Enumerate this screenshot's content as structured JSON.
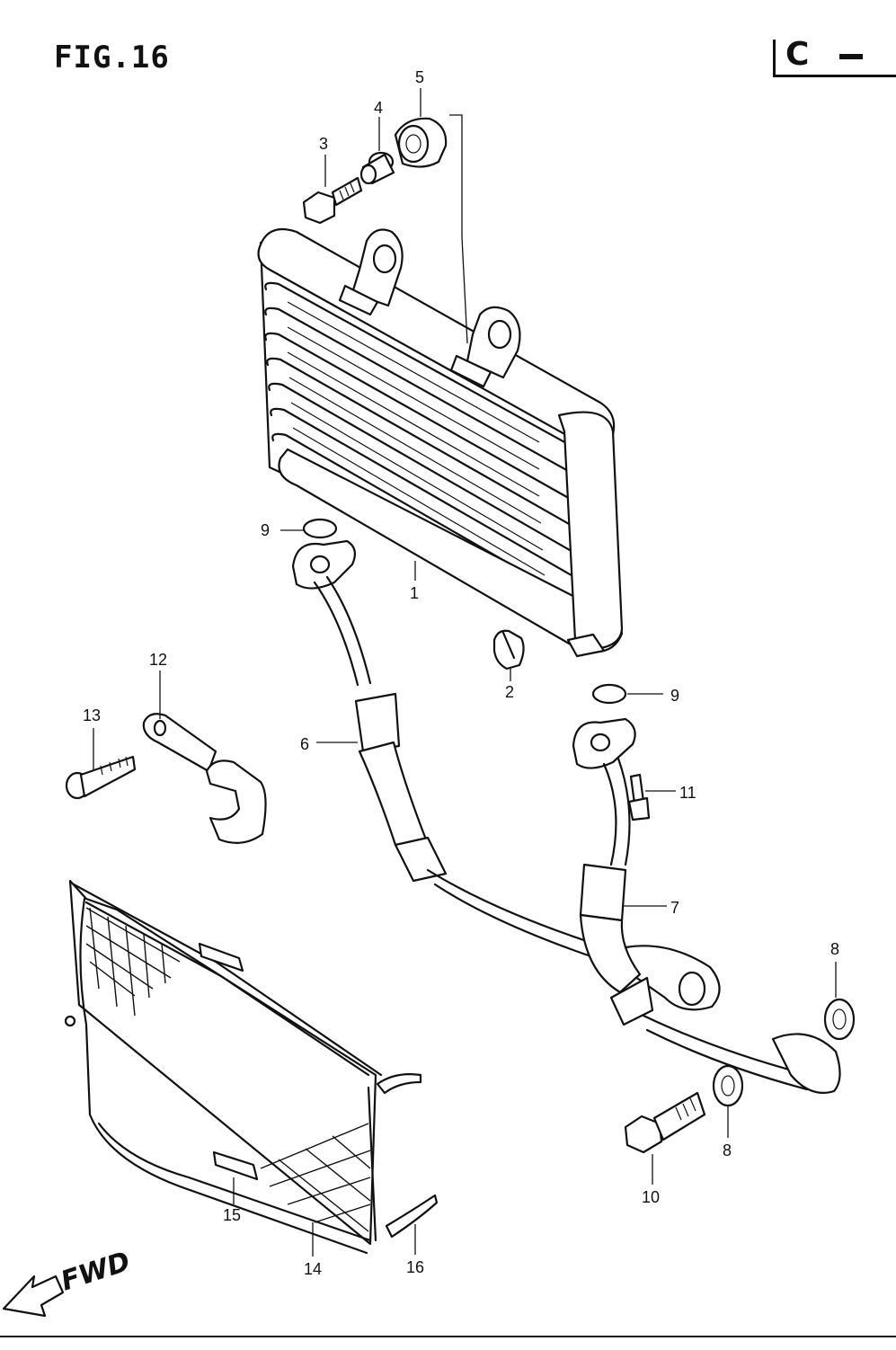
{
  "figure": {
    "title": "FIG.16"
  },
  "section_mark": {
    "letter": "C"
  },
  "fwd_label": "FWD",
  "callouts": [
    {
      "id": "1",
      "label": "1"
    },
    {
      "id": "2",
      "label": "2"
    },
    {
      "id": "3",
      "label": "3"
    },
    {
      "id": "4",
      "label": "4"
    },
    {
      "id": "5",
      "label": "5"
    },
    {
      "id": "6",
      "label": "6"
    },
    {
      "id": "7",
      "label": "7"
    },
    {
      "id": "8a",
      "label": "8"
    },
    {
      "id": "8b",
      "label": "8"
    },
    {
      "id": "9a",
      "label": "9"
    },
    {
      "id": "9b",
      "label": "9"
    },
    {
      "id": "10",
      "label": "10"
    },
    {
      "id": "11",
      "label": "11"
    },
    {
      "id": "12",
      "label": "12"
    },
    {
      "id": "13",
      "label": "13"
    },
    {
      "id": "14",
      "label": "14"
    },
    {
      "id": "15",
      "label": "15"
    },
    {
      "id": "16",
      "label": "16"
    }
  ]
}
